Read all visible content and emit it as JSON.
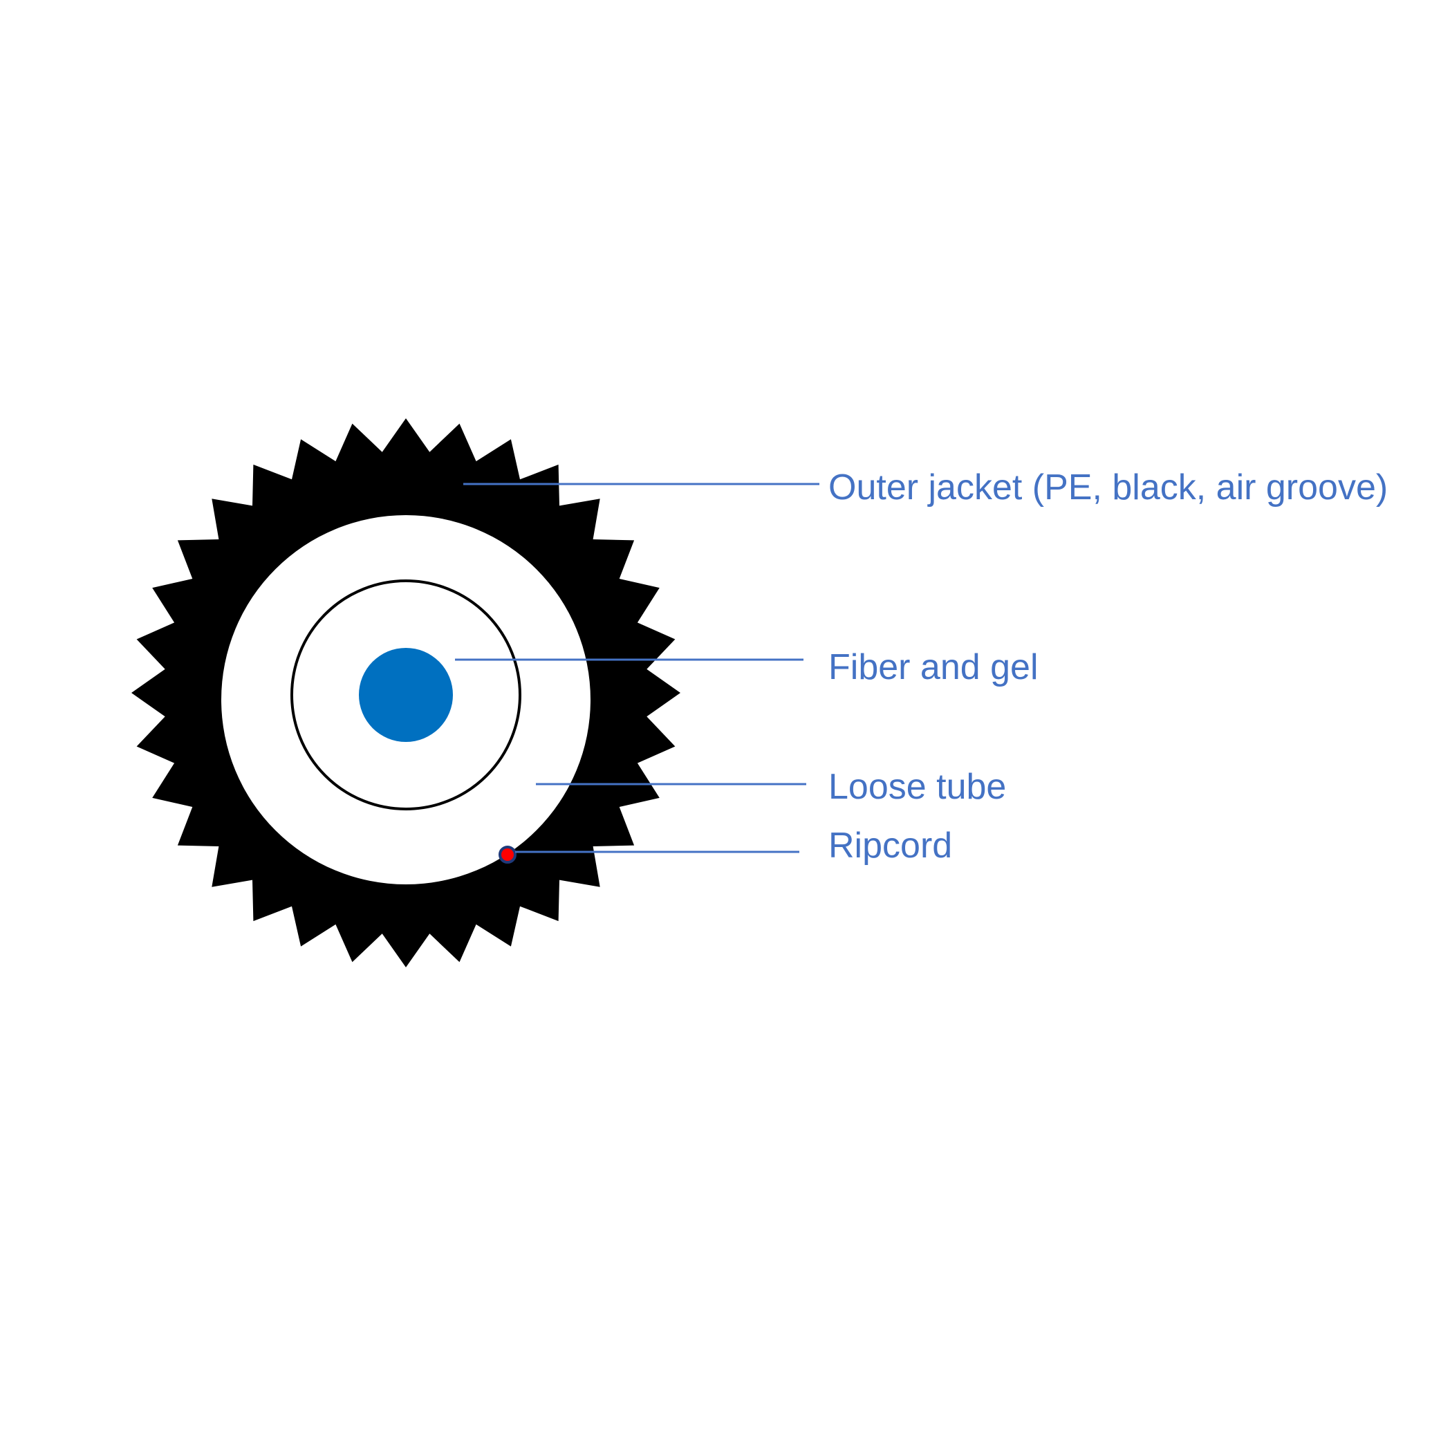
{
  "colors": {
    "background": "#ffffff",
    "jacket": "#000000",
    "tube_fill": "#ffffff",
    "tube_outline": "#000000",
    "fiber": "#0070c0",
    "ripcord": "#ff0000",
    "ripcord_ring": "#1f3a7a",
    "label_text": "#4472c4",
    "leader_line": "#4472c4"
  },
  "jacket": {
    "tooth_count": 32
  },
  "labels": {
    "outer_jacket": "Outer jacket (PE, black, air groove)",
    "fiber_and_gel": "Fiber and gel",
    "loose_tube": "Loose tube",
    "ripcord": "Ripcord"
  }
}
